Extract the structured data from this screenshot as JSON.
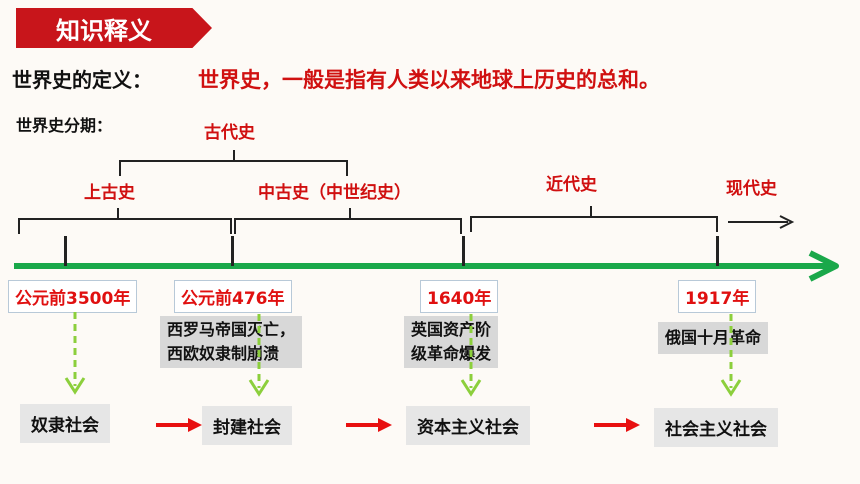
{
  "banner": {
    "title": "知识释义"
  },
  "definition": {
    "label": "世界史的定义：",
    "text": "世界史，一般是指有人类以来地球上历史的总和。"
  },
  "periodization": {
    "label": "世界史分期："
  },
  "eras": {
    "ancient": "古代史",
    "high_ancient": "上古史",
    "medieval": "中古史（中世纪史）",
    "modern": "近代史",
    "contemporary": "现代史"
  },
  "years": [
    "公元前3500年",
    "公元前476年",
    "1640年",
    "1917年"
  ],
  "events": {
    "rome": [
      "西罗马帝国灭亡，",
      "西欧奴隶制崩溃"
    ],
    "england": [
      "英国资产阶",
      "级革命爆发"
    ],
    "russia": "俄国十月革命"
  },
  "societies": [
    "奴隶社会",
    "封建社会",
    "资本主义社会",
    "社会主义社会"
  ],
  "colors": {
    "accent_red": "#c8151b",
    "timeline_green": "#1aa84a",
    "dashed_green": "#8ccf3c"
  }
}
